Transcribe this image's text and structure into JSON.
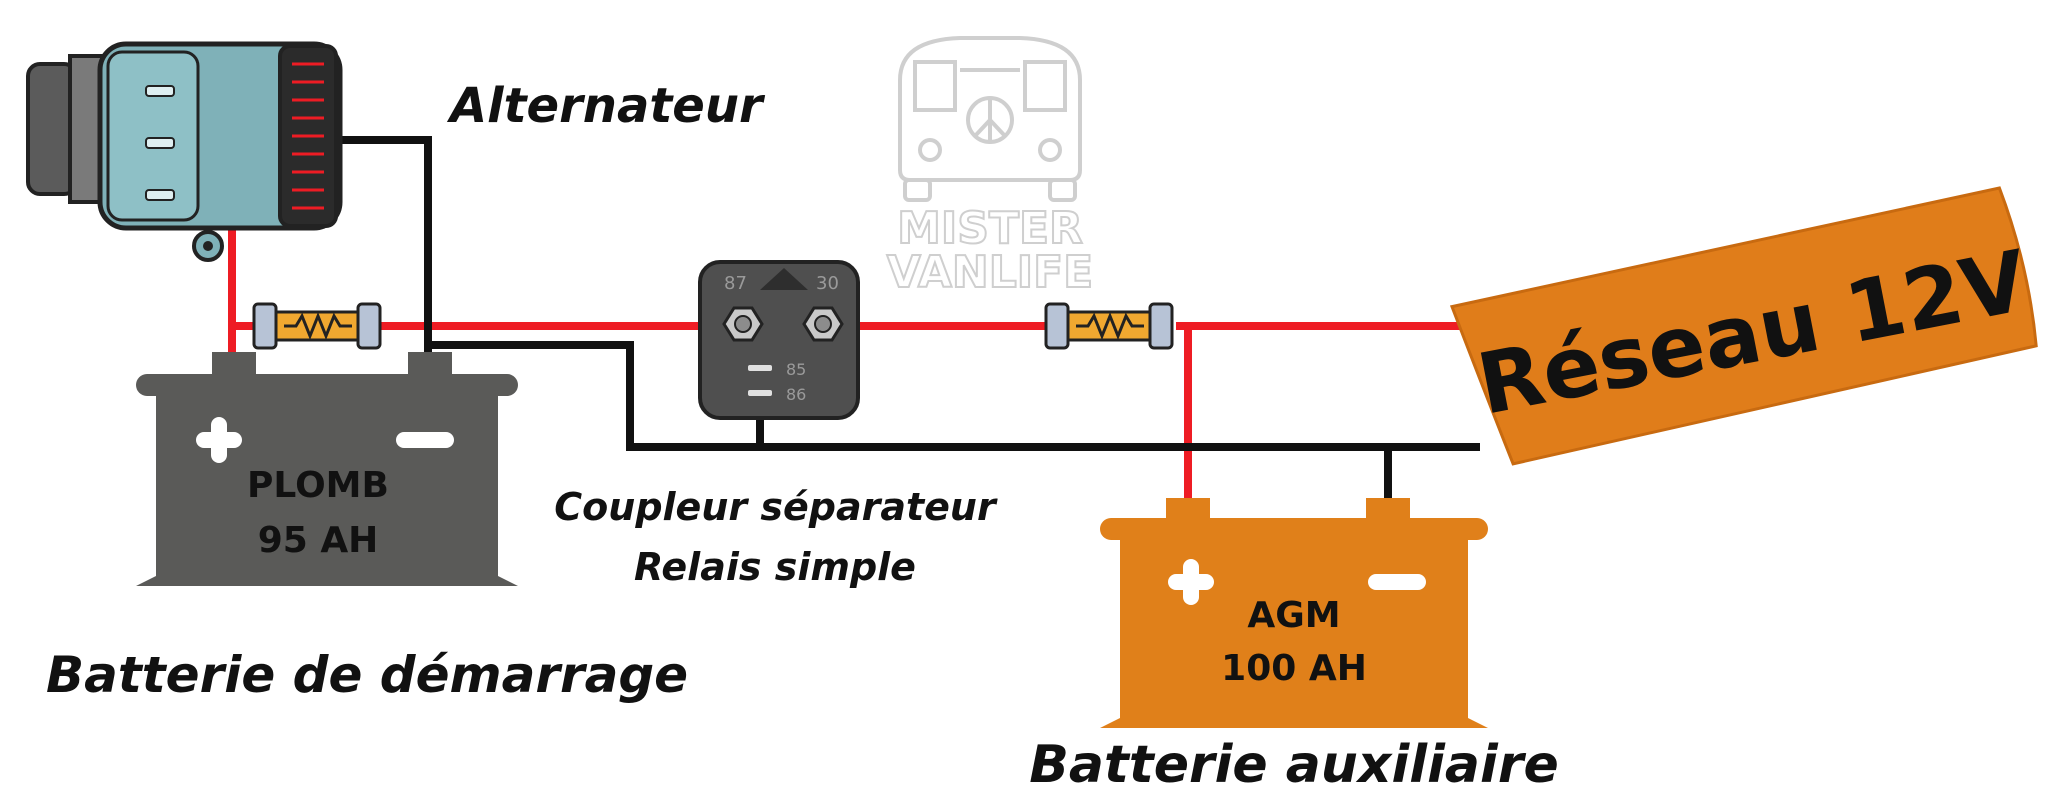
{
  "labels": {
    "alternator": "Alternateur",
    "starter_battery": "Batterie de démarrage",
    "coupler_line1": "Coupleur séparateur",
    "coupler_line2": "Relais simple",
    "aux_battery": "Batterie auxiliaire",
    "network": "Réseau 12V"
  },
  "starter_battery": {
    "type": "PLOMB",
    "capacity": "95 AH",
    "color": "#5a5a58"
  },
  "aux_battery": {
    "type": "AGM",
    "capacity": "100 AH",
    "color": "#e0801a"
  },
  "relay": {
    "pin_87": "87",
    "pin_30": "30",
    "pin_85": "85",
    "pin_86": "86",
    "color": "#4f4f4f"
  },
  "watermark": {
    "line1": "MISTER",
    "line2": "VANLIFE"
  },
  "colors": {
    "positive_wire": "#ee1c24",
    "negative_wire": "#111111",
    "banner": "#e07d1a",
    "alternator": "#7fb1b8",
    "fuse": "#f0a830"
  },
  "icons": [
    "alternator-icon",
    "fuse-icon",
    "relay-icon",
    "battery-icon",
    "van-watermark-icon",
    "plus-sign-icon",
    "minus-sign-icon"
  ]
}
